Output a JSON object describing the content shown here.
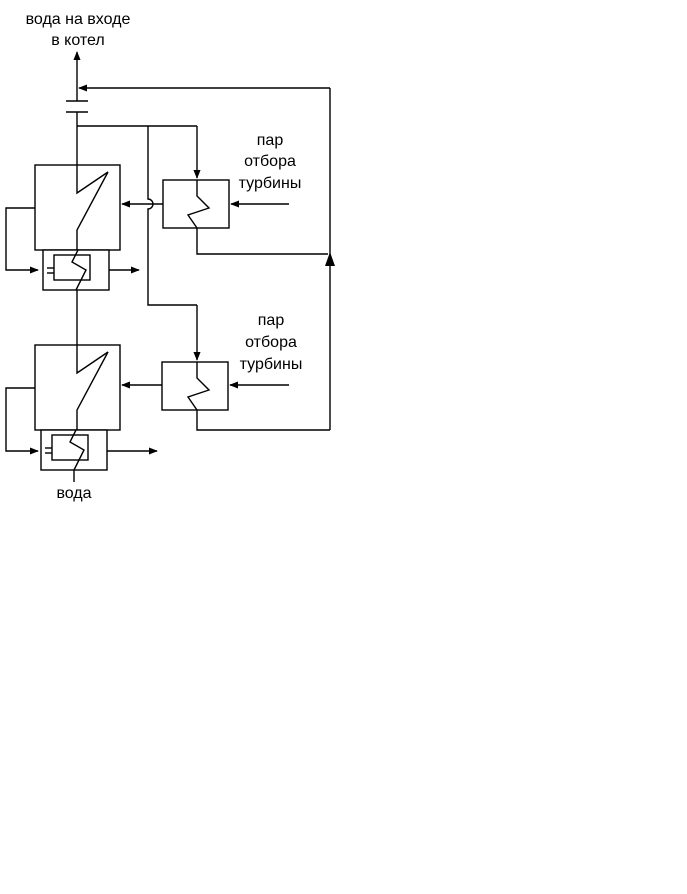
{
  "labels": {
    "top_line1": "вода на входе",
    "top_line2": "в котел",
    "steam_upper_1": "пар",
    "steam_upper_2": "отбора",
    "steam_upper_3": "турбины",
    "steam_lower_1": "пар",
    "steam_lower_2": "отбора",
    "steam_lower_3": "турбины",
    "bottom": "вода"
  },
  "colors": {
    "line": "#000000",
    "background": "#ffffff"
  }
}
